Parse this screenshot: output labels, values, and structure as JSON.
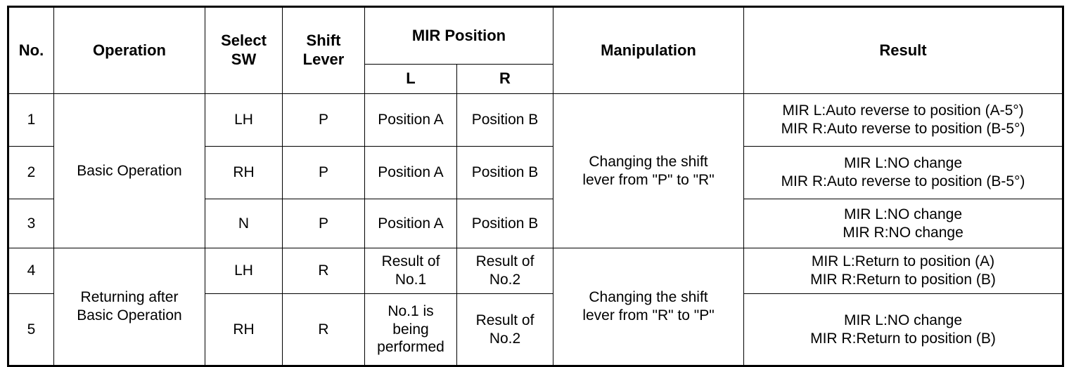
{
  "table": {
    "headers": {
      "no": "No.",
      "operation": "Operation",
      "select_sw": "Select\nSW",
      "shift_lever": "Shift\nLever",
      "mir_position": "MIR Position",
      "mir_l": "L",
      "mir_r": "R",
      "manipulation": "Manipulation",
      "result": "Result"
    },
    "groups": {
      "basic_operation": "Basic Operation",
      "returning_after": "Returning after\nBasic Operation",
      "manipulation_p_to_r": "Changing the shift\nlever from \"P\" to \"R\"",
      "manipulation_r_to_p": "Changing the shift\nlever from \"R\" to \"P\""
    },
    "rows": [
      {
        "no": "1",
        "select_sw": "LH",
        "shift_lever": "P",
        "mir_l": "Position A",
        "mir_r": "Position B",
        "result": "MIR L:Auto reverse to position (A-5°)\nMIR R:Auto reverse to position (B-5°)"
      },
      {
        "no": "2",
        "select_sw": "RH",
        "shift_lever": "P",
        "mir_l": "Position A",
        "mir_r": "Position B",
        "result": "MIR L:NO change\nMIR R:Auto reverse to position (B-5°)"
      },
      {
        "no": "3",
        "select_sw": "N",
        "shift_lever": "P",
        "mir_l": "Position A",
        "mir_r": "Position B",
        "result": "MIR L:NO change\nMIR R:NO change"
      },
      {
        "no": "4",
        "select_sw": "LH",
        "shift_lever": "R",
        "mir_l": "Result of\nNo.1",
        "mir_r": "Result of\nNo.2",
        "result": "MIR L:Return to position (A)\nMIR R:Return to position (B)"
      },
      {
        "no": "5",
        "select_sw": "RH",
        "shift_lever": "R",
        "mir_l": "No.1 is\nbeing\nperformed",
        "mir_r": "Result of\nNo.2",
        "result": "MIR L:NO change\nMIR R:Return to position (B)"
      }
    ]
  }
}
